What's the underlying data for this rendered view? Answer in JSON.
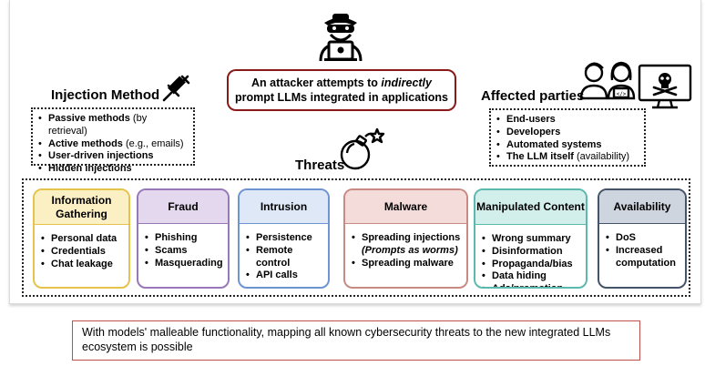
{
  "attack": {
    "line1_prefix": "An attacker attempts to ",
    "line1_emphasis": "indirectly",
    "line2": "prompt LLMs integrated in applications"
  },
  "injection": {
    "title": "Injection Method",
    "items": [
      {
        "bold": "Passive methods",
        "rest": " (by retrieval)"
      },
      {
        "bold": "Active methods",
        "rest": " (e.g., emails)"
      },
      {
        "bold": "User-driven injections",
        "rest": ""
      },
      {
        "bold": "Hidden injections",
        "rest": ""
      }
    ]
  },
  "affected": {
    "title": "Affected parties",
    "items": [
      {
        "bold": "End-users",
        "rest": ""
      },
      {
        "bold": "Developers",
        "rest": ""
      },
      {
        "bold": "Automated systems",
        "rest": ""
      },
      {
        "bold": "The LLM itself",
        "rest": " (availability)"
      }
    ]
  },
  "threats_title": "Threats",
  "categories": [
    {
      "title": "Information Gathering",
      "color": "#e6c34a",
      "fill": "#fbf0c4",
      "items": [
        "Personal data",
        "Credentials",
        "Chat leakage"
      ]
    },
    {
      "title": "Fraud",
      "color": "#9878b8",
      "fill": "#e3d8ee",
      "items": [
        "Phishing",
        "Scams",
        "Masquerading"
      ]
    },
    {
      "title": "Intrusion",
      "color": "#6f94d2",
      "fill": "#dfe8f7",
      "items": [
        "Persistence",
        "Remote control",
        "API calls"
      ]
    },
    {
      "title": "Malware",
      "color": "#c98a84",
      "fill": "#f3dcd9",
      "items": [
        "Spreading injections",
        "(Prompts as worms)",
        "Spreading malware"
      ]
    },
    {
      "title": "Manipulated Content",
      "color": "#5cb9ae",
      "fill": "#d3efeb",
      "items": [
        "Wrong summary",
        "Disinformation",
        "Propaganda/bias",
        "Data hiding",
        "Ads/promotion"
      ]
    },
    {
      "title": "Availability",
      "color": "#44546a",
      "fill": "#cfd5de",
      "items": [
        "DoS",
        "Increased computation"
      ]
    }
  ],
  "note": "With models' malleable functionality, mapping all known cybersecurity threats to the new integrated LLMs ecosystem is possible"
}
